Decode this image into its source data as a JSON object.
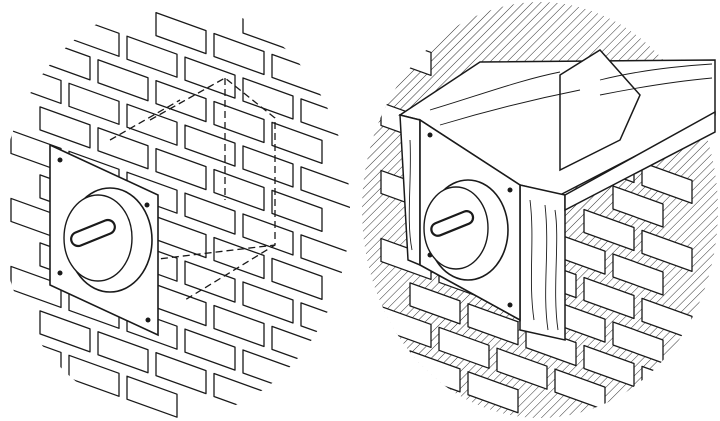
{
  "colors": {
    "ink": "#1a1a1a",
    "paper": "#ffffff"
  },
  "panels": [
    {
      "id": "left",
      "subject": "wall-plate-on-brick"
    },
    {
      "id": "right",
      "subject": "wall-plate-with-wood-framing"
    }
  ]
}
